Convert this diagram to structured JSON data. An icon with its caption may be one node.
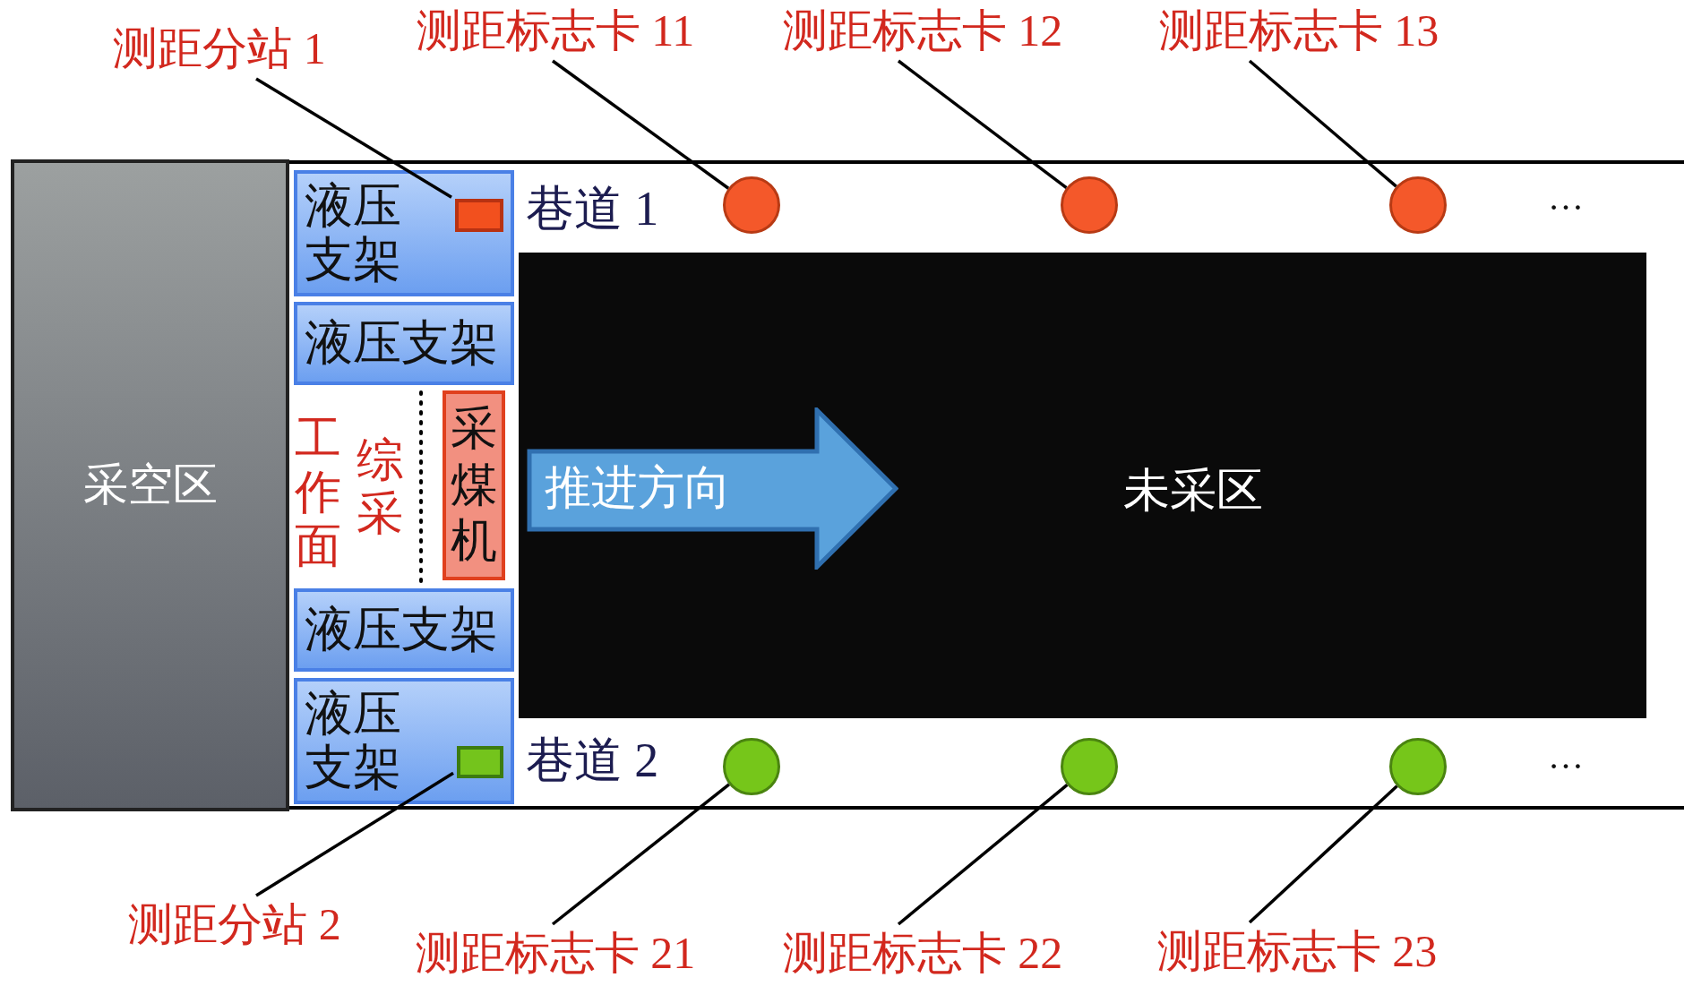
{
  "diagram": {
    "nodes": [
      {
        "text": [
          "测距分站 1"
        ]
      },
      {
        "text": [
          "测距标志卡 11"
        ]
      },
      {
        "text": [
          "测距标志卡 12"
        ]
      },
      {
        "text": [
          "测距标志卡 13"
        ]
      },
      {
        "text": [
          "采空区"
        ]
      },
      {
        "text": [
          "液压支架"
        ]
      },
      {
        "text": [],
        "shape": "box",
        "in": 5
      },
      {
        "text": [],
        "shape": "circle"
      },
      {
        "text": [],
        "shape": "circle"
      },
      {
        "text": [],
        "shape": "circle"
      },
      {
        "text": [
          "液压支架"
        ]
      },
      {
        "text": [
          "采煤机"
        ]
      },
      {
        "text": [
          "未采区"
        ]
      },
      {
        "text": [
          "推进方向"
        ],
        "in": 12
      },
      {
        "text": [
          "液压支架"
        ]
      },
      {
        "text": [
          "液压支架"
        ]
      },
      {
        "text": [],
        "shape": "box",
        "in": 15
      },
      {
        "text": [],
        "shape": "circle"
      },
      {
        "text": [],
        "shape": "circle"
      },
      {
        "text": [],
        "shape": "circle"
      },
      {
        "text": [
          "测距分站 2"
        ]
      },
      {
        "text": [
          "测距标志卡 21"
        ]
      },
      {
        "text": [
          "测距标志卡 22"
        ]
      },
      {
        "text": [
          "测距标志卡 23"
        ]
      }
    ],
    "edges": [
      {
        "from": 0,
        "to": 6,
        "arrow": "none"
      },
      {
        "from": 1,
        "to": 7,
        "arrow": "none"
      },
      {
        "from": 2,
        "to": 8,
        "arrow": "none"
      },
      {
        "from": 3,
        "to": 9,
        "arrow": "none"
      },
      {
        "from": 20,
        "to": 16,
        "arrow": "none"
      },
      {
        "from": 21,
        "to": 17,
        "arrow": "none"
      },
      {
        "from": 22,
        "to": 18,
        "arrow": "none"
      },
      {
        "from": 23,
        "to": 19,
        "arrow": "none"
      }
    ],
    "labels": [
      "巷道 1",
      "…",
      "综采",
      "工作面",
      "巷道 2",
      "…"
    ]
  }
}
